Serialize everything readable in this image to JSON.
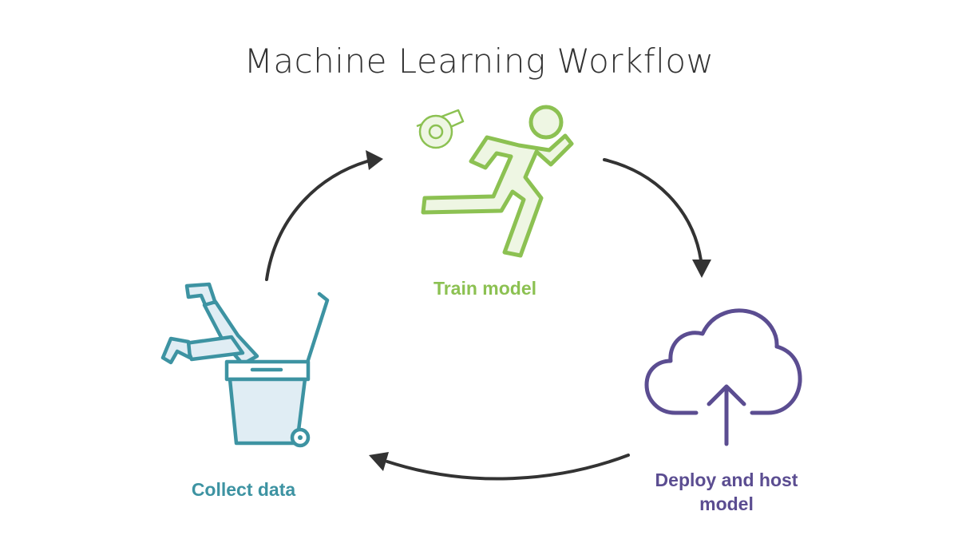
{
  "title": "Machine Learning Workflow",
  "stages": {
    "train": {
      "label": "Train model",
      "color": "#8cc152",
      "icons": [
        "whistle-icon",
        "running-person-icon"
      ]
    },
    "deploy": {
      "label": "Deploy and host model",
      "color": "#5b4d91",
      "icons": [
        "cloud-upload-icon"
      ]
    },
    "collect": {
      "label": "Collect data",
      "color": "#3d93a2",
      "icons": [
        "person-diving-into-bin-icon",
        "trash-bin-icon"
      ]
    }
  },
  "flow": [
    "collect",
    "train",
    "deploy",
    "collect"
  ],
  "arrow_color": "#333333"
}
